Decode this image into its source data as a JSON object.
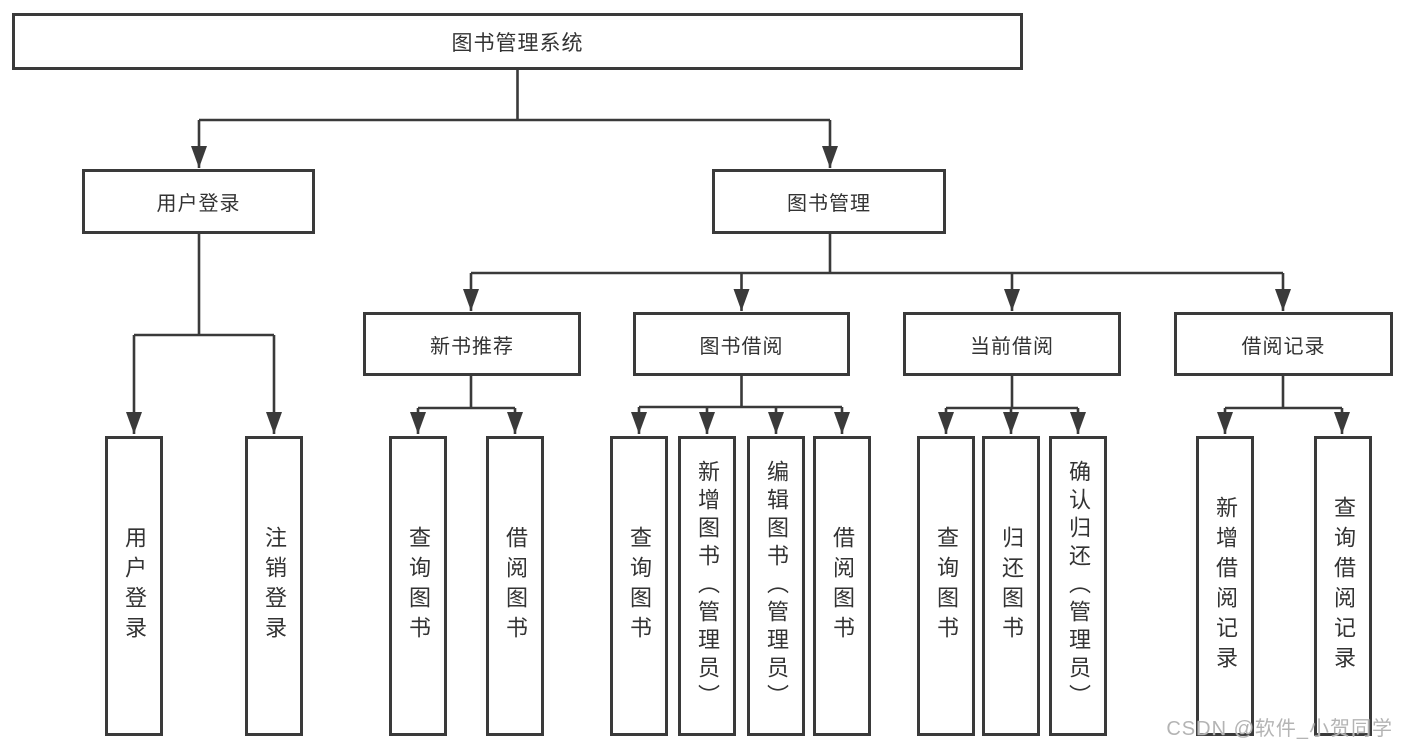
{
  "colors": {
    "line": "#3a3a3a",
    "text": "#333333",
    "background": "#ffffff",
    "watermark": "#b4b4b4"
  },
  "watermark": {
    "text": "CSDN @软件_小贺同学"
  },
  "tree": {
    "root": {
      "label": "图书管理系统"
    },
    "branches": [
      {
        "label": "用户登录",
        "children": [
          {
            "label": "用户登录"
          },
          {
            "label": "注销登录"
          }
        ]
      },
      {
        "label": "图书管理",
        "children": [
          {
            "label": "新书推荐",
            "children": [
              {
                "label": "查询图书"
              },
              {
                "label": "借阅图书"
              }
            ]
          },
          {
            "label": "图书借阅",
            "children": [
              {
                "label": "查询图书"
              },
              {
                "label": "新增图书（管理员）"
              },
              {
                "label": "编辑图书（管理员）"
              },
              {
                "label": "借阅图书"
              }
            ]
          },
          {
            "label": "当前借阅",
            "children": [
              {
                "label": "查询图书"
              },
              {
                "label": "归还图书"
              },
              {
                "label": "确认归还（管理员）"
              }
            ]
          },
          {
            "label": "借阅记录",
            "children": [
              {
                "label": "新增借阅记录"
              },
              {
                "label": "查询借阅记录"
              }
            ]
          }
        ]
      }
    ]
  }
}
